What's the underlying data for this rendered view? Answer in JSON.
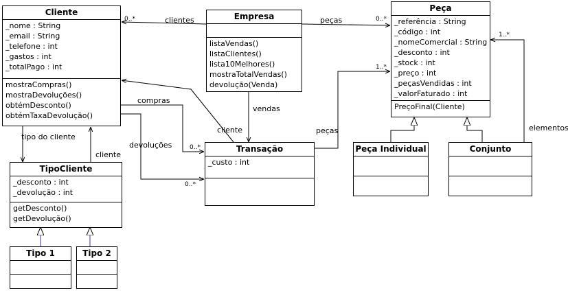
{
  "classes": {
    "cliente": {
      "name": "Cliente",
      "attributes": [
        "_nome : String",
        "_email : String",
        "_telefone : int",
        "_gastos : int",
        "_totalPago : int"
      ],
      "operations": [
        "mostraCompras()",
        "mostraDevoluções()",
        "obtémDesconto()",
        "obtémTaxaDevolução()"
      ]
    },
    "empresa": {
      "name": "Empresa",
      "attributes": [],
      "operations": [
        "listaVendas()",
        "listaClientes()",
        "lista10Melhores()",
        "mostraTotalVendas()",
        "devolução(Venda)"
      ]
    },
    "peca": {
      "name": "Peça",
      "attributes": [
        "_referência : String",
        "_código : int",
        "_nomeComercial : String",
        "_desconto : int",
        "_stock : int",
        "_preço : int",
        "_peçasVendidas : int",
        "_valorFaturado : int"
      ],
      "operations": [
        "PreçoFinal(Cliente)"
      ]
    },
    "transacao": {
      "name": "Transação",
      "attributes": [
        "_custo : int"
      ],
      "operations": []
    },
    "tipocliente": {
      "name": "TipoCliente",
      "attributes": [
        "_desconto : int",
        "_devolução : int"
      ],
      "operations": [
        "getDesconto()",
        "getDevolução()"
      ]
    },
    "pecaindividual": {
      "name": "Peça Individual",
      "attributes": [],
      "operations": []
    },
    "conjunto": {
      "name": "Conjunto",
      "attributes": [],
      "operations": []
    },
    "tipo1": {
      "name": "Tipo 1",
      "attributes": [],
      "operations": []
    },
    "tipo2": {
      "name": "Tipo 2",
      "attributes": [],
      "operations": []
    }
  },
  "associations": {
    "clientes": "clientes",
    "pecas_top": "peças",
    "compras": "compras",
    "devolucoes": "devoluções",
    "cliente_trans": "cliente",
    "vendas": "vendas",
    "pecas_trans": "peças",
    "tipo_do_cliente": "tipo do cliente",
    "cliente_tipo": "cliente",
    "elementos": "elementos"
  },
  "multiplicities": {
    "clientes_end": "0..*",
    "pecas_end": "0..*",
    "compras_end": "0..*",
    "devolucoes_end": "0..*",
    "pecas_trans_end": "1..*",
    "elementos_end": "1..*"
  }
}
